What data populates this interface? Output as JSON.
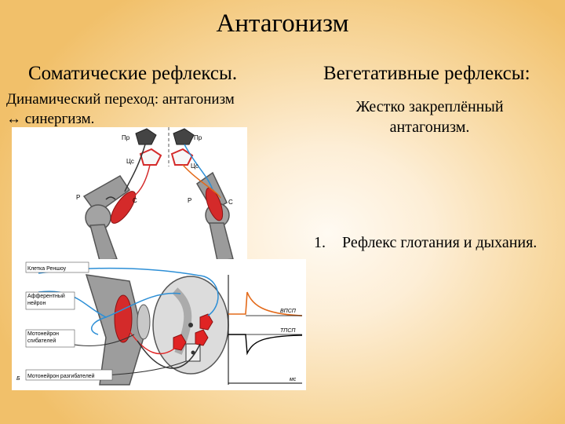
{
  "slide": {
    "title": "Антагонизм",
    "left_heading": "Соматические рефлексы.",
    "right_heading": "Вегетативные рефлексы:",
    "left_subtext": "Динамический переход: антагонизм ↔ синергизм.",
    "right_subtext": "Жестко закреплённый антагонизм.",
    "list": [
      {
        "num": "1.",
        "text": "Рефлекс глотания и дыхания."
      }
    ]
  },
  "figure_top": {
    "labels": {
      "pr_left": "Пр",
      "pr_right": "Пр",
      "ts_left": "Цс",
      "ts_right": "Цс",
      "r_left": "Р",
      "s_left": "С",
      "r_right": "Р",
      "s_right": "С"
    }
  },
  "figure_bottom": {
    "labels": {
      "renshaw": "Клетка Реншоу",
      "afferent": "Афферентный нейрон",
      "flexor_mn": "Мотонейрон сгибателей",
      "extensor_mn": "Мотонейрон разгибателей",
      "vpsp": "ВПСП",
      "tpsp": "ТПСП",
      "ms": "мс",
      "b": "Б"
    }
  },
  "colors": {
    "muscle": "#d42a2a",
    "bone": "#8d8d8d",
    "nerve_blue": "#2d8fd6",
    "nerve_orange": "#e36a1a",
    "neuron_red": "#e02424"
  }
}
